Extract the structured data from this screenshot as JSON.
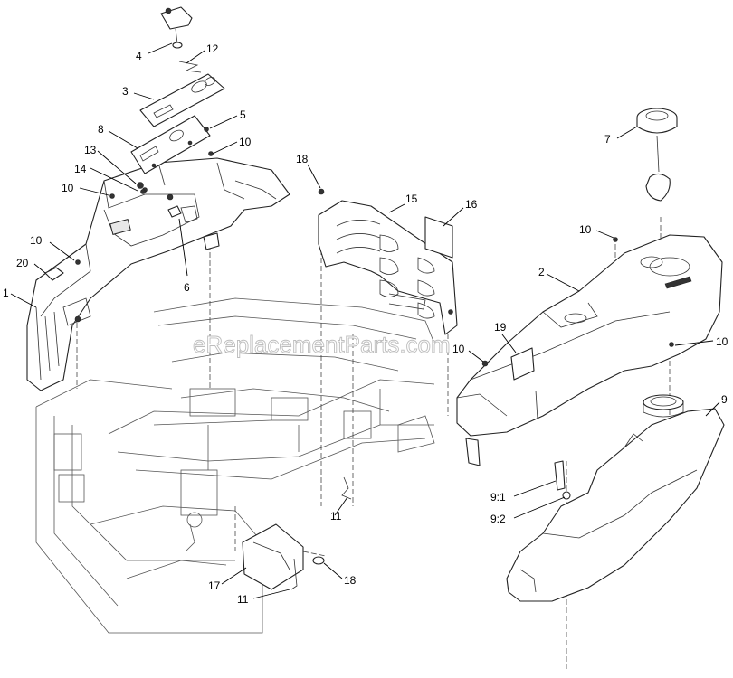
{
  "watermark": "eReplacementParts.com",
  "callouts": [
    {
      "id": "c4",
      "label": "4"
    },
    {
      "id": "c12",
      "label": "12"
    },
    {
      "id": "c3",
      "label": "3"
    },
    {
      "id": "c8",
      "label": "8"
    },
    {
      "id": "c5",
      "label": "5"
    },
    {
      "id": "c10a",
      "label": "10"
    },
    {
      "id": "c13",
      "label": "13"
    },
    {
      "id": "c14",
      "label": "14"
    },
    {
      "id": "c10b",
      "label": "10"
    },
    {
      "id": "c10c",
      "label": "10"
    },
    {
      "id": "c20",
      "label": "20"
    },
    {
      "id": "c1",
      "label": "1"
    },
    {
      "id": "c6",
      "label": "6"
    },
    {
      "id": "c18a",
      "label": "18"
    },
    {
      "id": "c15",
      "label": "15"
    },
    {
      "id": "c16",
      "label": "16"
    },
    {
      "id": "c7",
      "label": "7"
    },
    {
      "id": "c10d",
      "label": "10"
    },
    {
      "id": "c2",
      "label": "2"
    },
    {
      "id": "c19",
      "label": "19"
    },
    {
      "id": "c10e",
      "label": "10"
    },
    {
      "id": "c10f",
      "label": "10"
    },
    {
      "id": "c9",
      "label": "9"
    },
    {
      "id": "c91",
      "label": "9:1"
    },
    {
      "id": "c92",
      "label": "9:2"
    },
    {
      "id": "c11a",
      "label": "11"
    },
    {
      "id": "c17",
      "label": "17"
    },
    {
      "id": "c18b",
      "label": "18"
    },
    {
      "id": "c11b",
      "label": "11"
    }
  ]
}
